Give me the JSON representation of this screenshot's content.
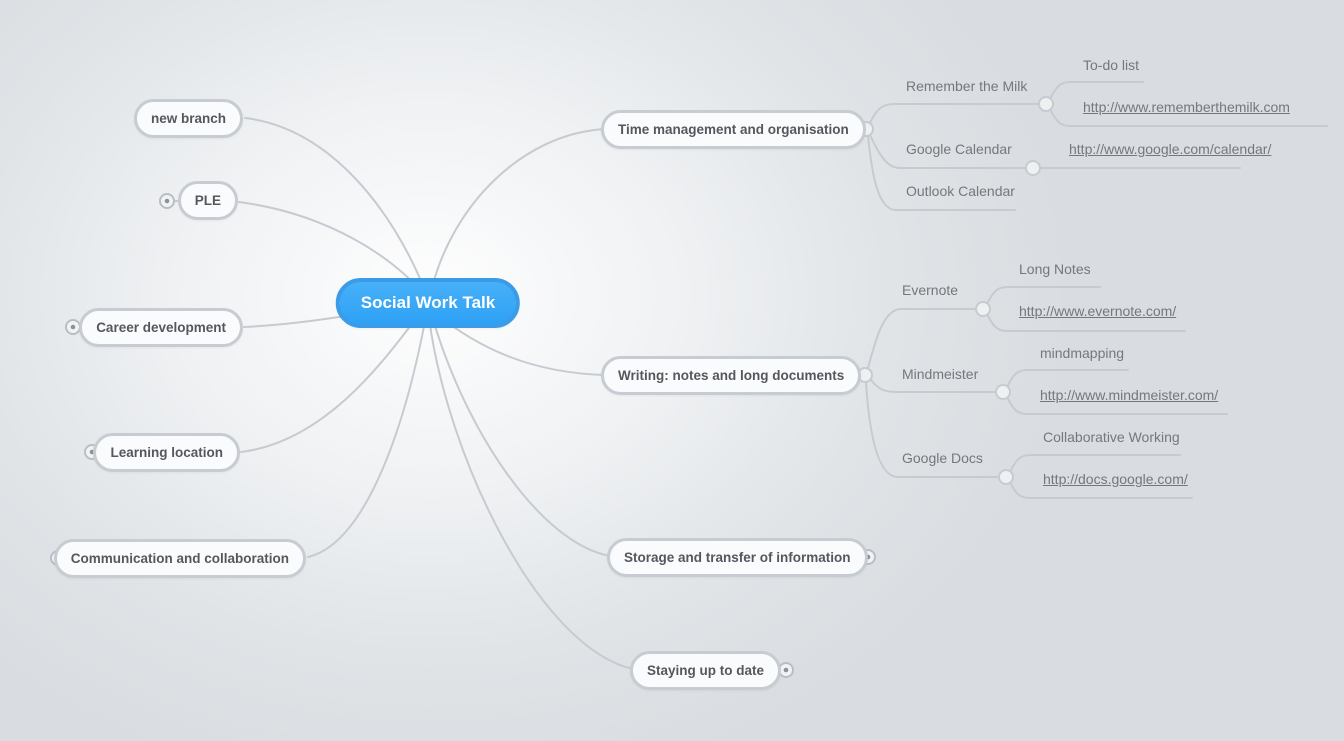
{
  "root": {
    "label": "Social Work Talk"
  },
  "left_branches": [
    {
      "label": "new branch"
    },
    {
      "label": "PLE",
      "collapsed": true
    },
    {
      "label": "Career development",
      "collapsed": true
    },
    {
      "label": "Learning location",
      "collapsed": true
    },
    {
      "label": "Communication and collaboration",
      "collapsed": true
    }
  ],
  "right_branches": [
    {
      "label": "Time management and organisation",
      "children": [
        {
          "label": "Remember the Milk",
          "children": [
            {
              "label": "To-do list",
              "type": "text"
            },
            {
              "label": "http://www.rememberthemilk.com",
              "type": "link"
            }
          ]
        },
        {
          "label": "Google Calendar",
          "children": [
            {
              "label": "http://www.google.com/calendar/",
              "type": "link"
            }
          ]
        },
        {
          "label": "Outlook Calendar",
          "children": []
        }
      ]
    },
    {
      "label": "Writing: notes and long documents",
      "children": [
        {
          "label": "Evernote",
          "children": [
            {
              "label": "Long Notes",
              "type": "text"
            },
            {
              "label": "http://www.evernote.com/",
              "type": "link"
            }
          ]
        },
        {
          "label": "Mindmeister",
          "children": [
            {
              "label": "mindmapping",
              "type": "text"
            },
            {
              "label": "http://www.mindmeister.com/",
              "type": "link"
            }
          ]
        },
        {
          "label": "Google Docs",
          "children": [
            {
              "label": "Collaborative Working",
              "type": "text"
            },
            {
              "label": "http://docs.google.com/",
              "type": "link"
            }
          ]
        }
      ]
    },
    {
      "label": "Storage and transfer of information",
      "collapsed": true,
      "children": []
    },
    {
      "label": "Staying up to date",
      "collapsed": true,
      "children": []
    }
  ],
  "colors": {
    "root-bg1": "#47b0f8",
    "root-bg2": "#2ea1f5",
    "root-border": "#3a9be8",
    "root-text": "#ffffff",
    "pill-bg": "#f9fbfd",
    "pill-border": "#c7ccd2",
    "pill-text": "#54585d",
    "label-text": "#73787d",
    "line": "#c6cbd1",
    "bg-outer": "#d9dde1"
  }
}
